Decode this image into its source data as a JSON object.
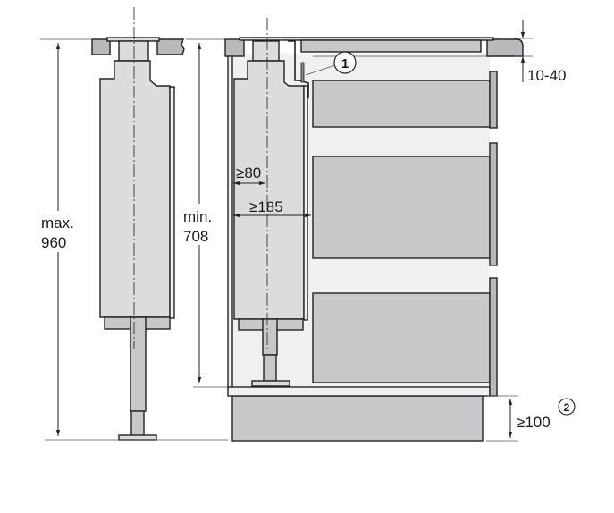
{
  "dimensions": {
    "max_label": "max.",
    "max_value": "960",
    "min_label": "min.",
    "min_value": "708",
    "width_80": "≥80",
    "width_185": "≥185",
    "worktop_offset": "10-40",
    "plinth_height": "≥100"
  },
  "callouts": {
    "one": "1",
    "two": "2"
  }
}
